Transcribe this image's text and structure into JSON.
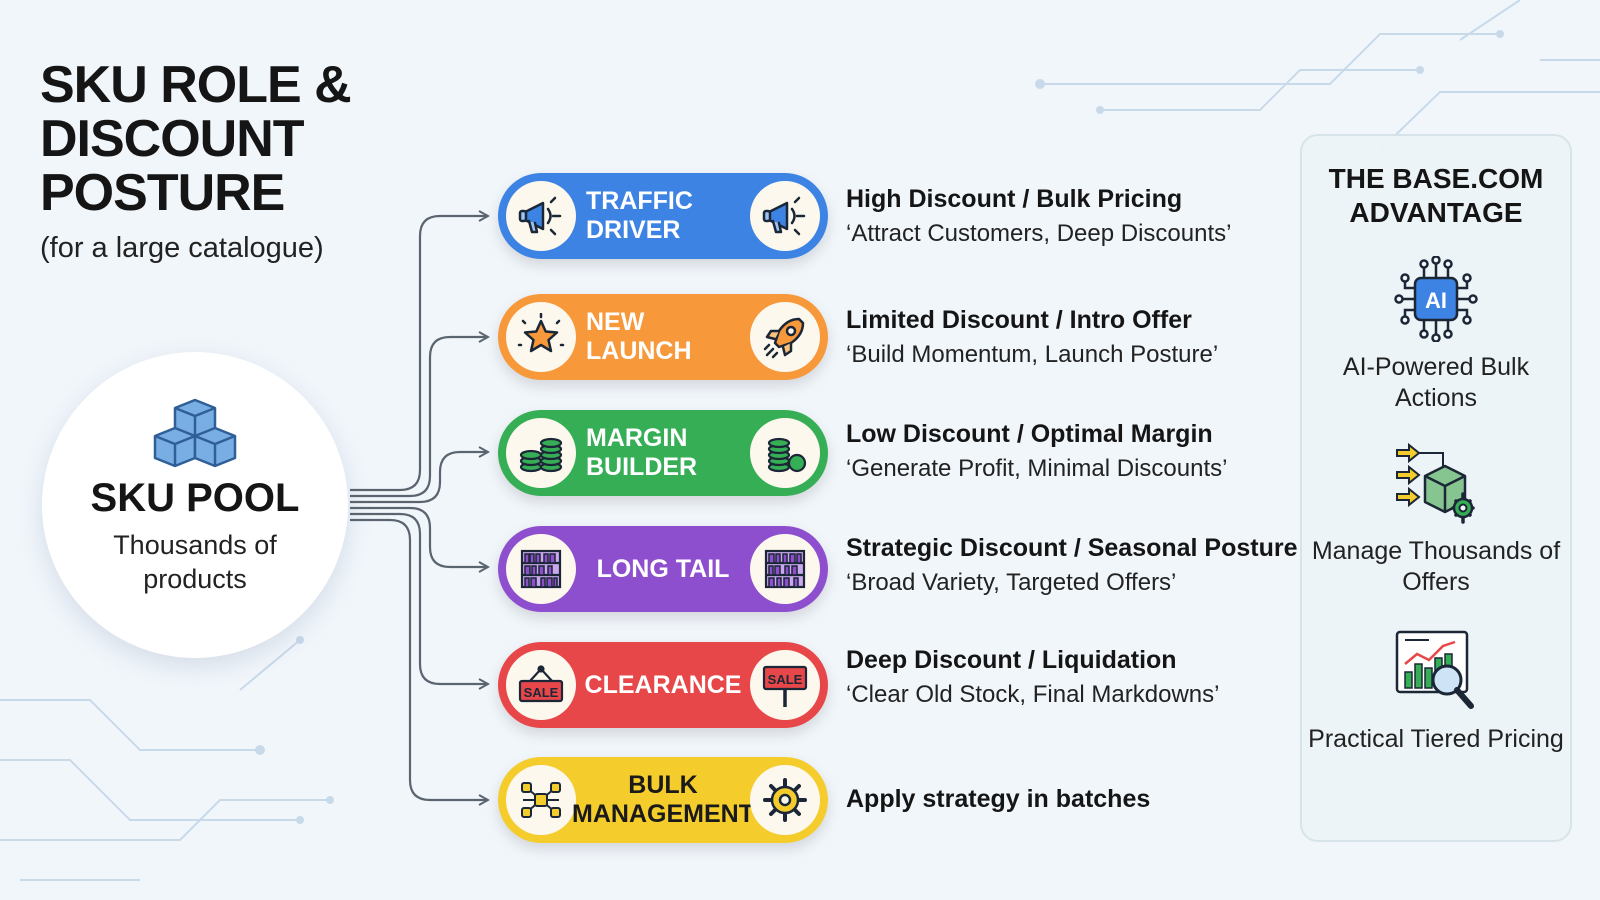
{
  "title": "SKU ROLE & DISCOUNT POSTURE",
  "subtitle": "(for a large catalogue)",
  "pool": {
    "title": "SKU POOL",
    "subtitle": "Thousands of products"
  },
  "roles": [
    {
      "label": "TRAFFIC DRIVER",
      "color": "#3d83e4",
      "icon": "megaphone-icon",
      "heading": "High Discount / Bulk Pricing",
      "detail": "‘Attract Customers, Deep Discounts’"
    },
    {
      "label": "NEW LAUNCH",
      "color": "#f7983a",
      "icon": "star-icon",
      "icon_right": "rocket-icon",
      "heading": "Limited Discount / Intro Offer",
      "detail": "‘Build Momentum, Launch Posture’"
    },
    {
      "label": "MARGIN BUILDER",
      "color": "#36ae55",
      "icon": "coin-stack-icon",
      "heading": "Low Discount / Optimal Margin",
      "detail": "‘Generate Profit, Minimal Discounts’"
    },
    {
      "label": "LONG TAIL",
      "color": "#8e4fcf",
      "icon": "shelf-icon",
      "heading": "Strategic Discount / Seasonal Posture",
      "detail": "‘Broad Variety, Targeted Offers’"
    },
    {
      "label": "CLEARANCE",
      "color": "#e8474a",
      "icon": "sale-sign-icon",
      "icon_text": "SALE",
      "heading": "Deep Discount / Liquidation",
      "detail": "‘Clear Old Stock, Final Markdowns’"
    },
    {
      "label": "BULK MANAGEMENT",
      "color": "#f4cd2d",
      "icon": "network-icon",
      "icon_right": "gear-icon",
      "heading": "Apply strategy in batches",
      "detail": ""
    }
  ],
  "advantage": {
    "title": "THE BASE.COM ADVANTAGE",
    "ai_chip_text": "AI",
    "items": [
      {
        "icon": "ai-chip-icon",
        "label": "AI-Powered Bulk Actions"
      },
      {
        "icon": "box-arrows-gear-icon",
        "label": "Manage Thousands of Offers"
      },
      {
        "icon": "chart-magnifier-icon",
        "label": "Practical Tiered Pricing"
      }
    ]
  },
  "colors": {
    "background": "#f1f6fb",
    "connector": "#5b6570",
    "icon_outline": "#1b2636"
  }
}
